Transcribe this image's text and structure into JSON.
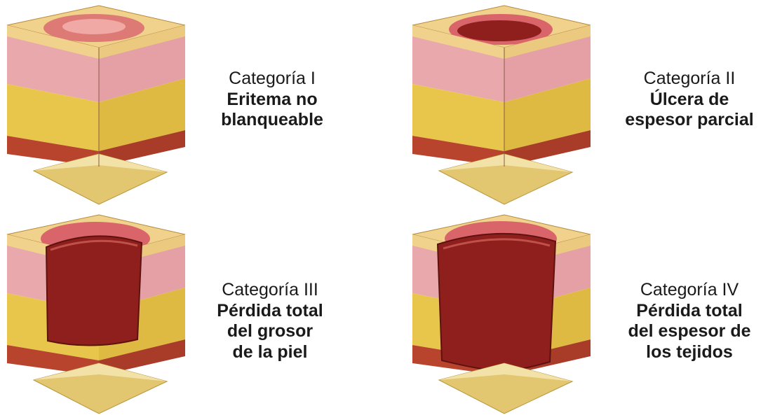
{
  "stages": [
    {
      "category": "Categoría I",
      "description": "Eritema no\nblanqueable"
    },
    {
      "category": "Categoría II",
      "description": "Úlcera de\nespesor parcial"
    },
    {
      "category": "Categoría III",
      "description": "Pérdida total\ndel grosor\nde la piel"
    },
    {
      "category": "Categoría IV",
      "description": "Pérdida total\ndel espesor de\nlos tejidos"
    }
  ],
  "colors": {
    "epidermis": "#f2d48a",
    "dermis": "#e9a9ac",
    "fat": "#e8c64c",
    "muscle": "#b8442e",
    "bone": "#e2c670",
    "wound": "#8e1f1c",
    "erythema": "#d9646a"
  }
}
